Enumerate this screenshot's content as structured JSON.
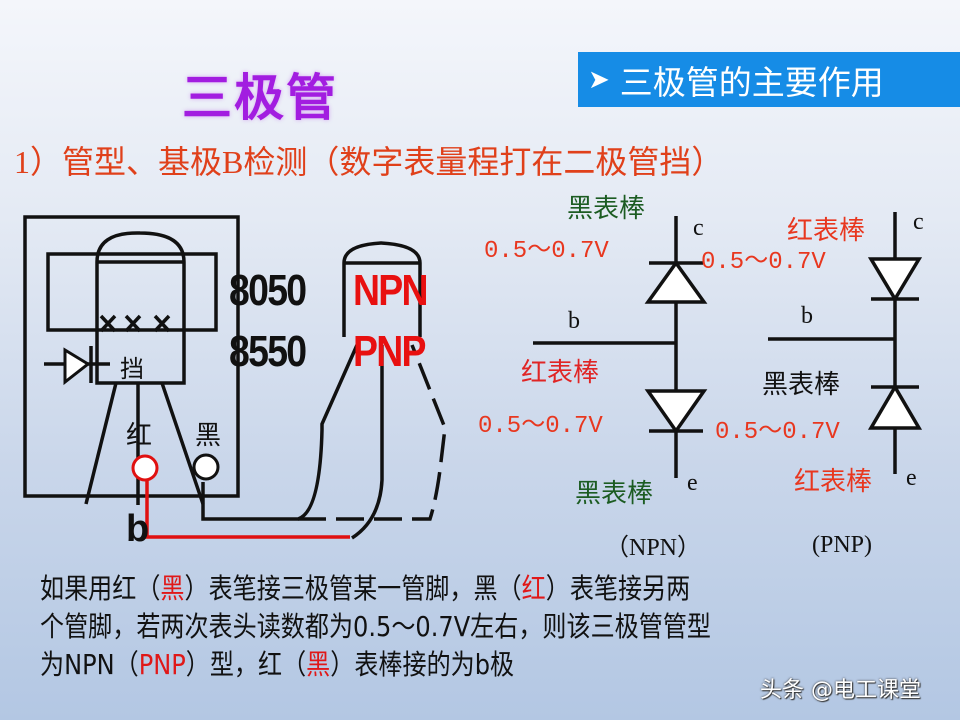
{
  "slide": {
    "title": "三极管",
    "banner": {
      "arrow_icon": "➤",
      "label": "三极管的主要作用",
      "color": "#168ce6"
    },
    "subtitle": "1）管型、基极B检测（数字表量程打在二极管挡）"
  },
  "meter_diagram": {
    "dial_label": "挡",
    "dial_marks": "×××",
    "probe_red_label": "红",
    "probe_black_label": "黑",
    "base_label": "b",
    "models": [
      {
        "part": "8050",
        "type": "NPN"
      },
      {
        "part": "8550",
        "type": "PNP"
      }
    ]
  },
  "npn_diagram": {
    "caption": "（NPN）",
    "pins": {
      "c": "c",
      "b": "b",
      "e": "e"
    },
    "top_probe": "黑表棒",
    "base_probe": "红表棒",
    "bottom_probe": "黑表棒",
    "voltage_cb": "0.5～0.7V",
    "voltage_be": "0.5～0.7V"
  },
  "pnp_diagram": {
    "caption": "(PNP)",
    "pins": {
      "c": "c",
      "b": "b",
      "e": "e"
    },
    "top_probe": "红表棒",
    "base_probe": "黑表棒",
    "bottom_probe": "红表棒",
    "voltage_cb": "0.5～0.7V",
    "voltage_be": "0.5～0.7V"
  },
  "explanation": {
    "line1": [
      "如果用红（",
      "黑",
      "）表笔接三极管某一管脚，黑（",
      "红",
      "）表笔接另两"
    ],
    "line2": "个管脚，若两次表头读数都为0.5～0.7V左右，则该三极管管型",
    "line3": [
      "为NPN（",
      "PNP",
      "）型，红（",
      "黑",
      "）表棒接的为b极"
    ]
  },
  "watermark": "头条 @电工课堂"
}
